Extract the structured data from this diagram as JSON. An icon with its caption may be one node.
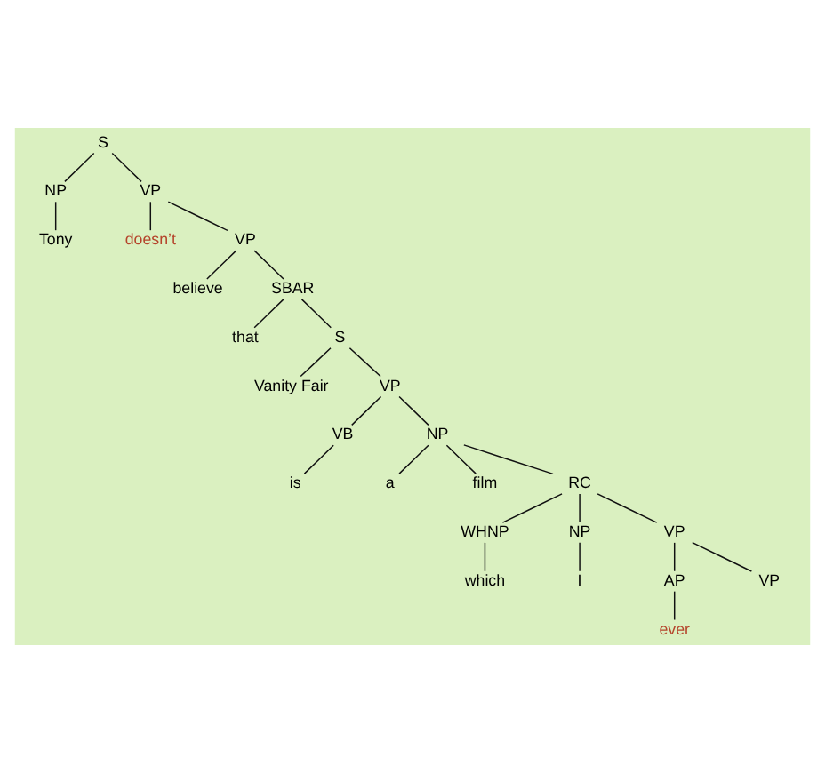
{
  "diagram": {
    "nodes": [
      {
        "text": [
          "S"
        ]
      },
      {
        "text": [
          "NP"
        ]
      },
      {
        "text": [
          "VP"
        ]
      },
      {
        "text": [
          "Tony"
        ]
      },
      {
        "text": [
          "doesn’t"
        ]
      },
      {
        "text": [
          "VP"
        ]
      },
      {
        "text": [
          "believe"
        ]
      },
      {
        "text": [
          "SBAR"
        ]
      },
      {
        "text": [
          "that"
        ]
      },
      {
        "text": [
          "S"
        ]
      },
      {
        "text": [
          "Vanity Fair"
        ]
      },
      {
        "text": [
          "VP"
        ]
      },
      {
        "text": [
          "VB"
        ]
      },
      {
        "text": [
          "NP"
        ]
      },
      {
        "text": [
          "is"
        ]
      },
      {
        "text": [
          "a"
        ]
      },
      {
        "text": [
          "film"
        ]
      },
      {
        "text": [
          "RC"
        ]
      },
      {
        "text": [
          "WHNP"
        ]
      },
      {
        "text": [
          "NP"
        ]
      },
      {
        "text": [
          "VP"
        ]
      },
      {
        "text": [
          "which"
        ]
      },
      {
        "text": [
          "I"
        ]
      },
      {
        "text": [
          "AP"
        ]
      },
      {
        "text": [
          "VP"
        ]
      },
      {
        "text": [
          "ever"
        ]
      }
    ],
    "edges": [
      {
        "from": 0,
        "to": 1,
        "arrow": "none"
      },
      {
        "from": 0,
        "to": 2,
        "arrow": "none"
      },
      {
        "from": 1,
        "to": 3,
        "arrow": "none"
      },
      {
        "from": 2,
        "to": 4,
        "arrow": "none"
      },
      {
        "from": 2,
        "to": 5,
        "arrow": "none"
      },
      {
        "from": 5,
        "to": 6,
        "arrow": "none"
      },
      {
        "from": 5,
        "to": 7,
        "arrow": "none"
      },
      {
        "from": 7,
        "to": 8,
        "arrow": "none"
      },
      {
        "from": 7,
        "to": 9,
        "arrow": "none"
      },
      {
        "from": 9,
        "to": 10,
        "arrow": "none"
      },
      {
        "from": 9,
        "to": 11,
        "arrow": "none"
      },
      {
        "from": 11,
        "to": 12,
        "arrow": "none"
      },
      {
        "from": 11,
        "to": 13,
        "arrow": "none"
      },
      {
        "from": 12,
        "to": 14,
        "arrow": "none"
      },
      {
        "from": 13,
        "to": 15,
        "arrow": "none"
      },
      {
        "from": 13,
        "to": 16,
        "arrow": "none"
      },
      {
        "from": 13,
        "to": 17,
        "arrow": "none"
      },
      {
        "from": 17,
        "to": 18,
        "arrow": "none"
      },
      {
        "from": 17,
        "to": 19,
        "arrow": "none"
      },
      {
        "from": 17,
        "to": 20,
        "arrow": "none"
      },
      {
        "from": 18,
        "to": 21,
        "arrow": "none"
      },
      {
        "from": 19,
        "to": 22,
        "arrow": "none"
      },
      {
        "from": 20,
        "to": 23,
        "arrow": "none"
      },
      {
        "from": 20,
        "to": 24,
        "arrow": "none"
      },
      {
        "from": 23,
        "to": 25,
        "arrow": "none"
      }
    ]
  }
}
